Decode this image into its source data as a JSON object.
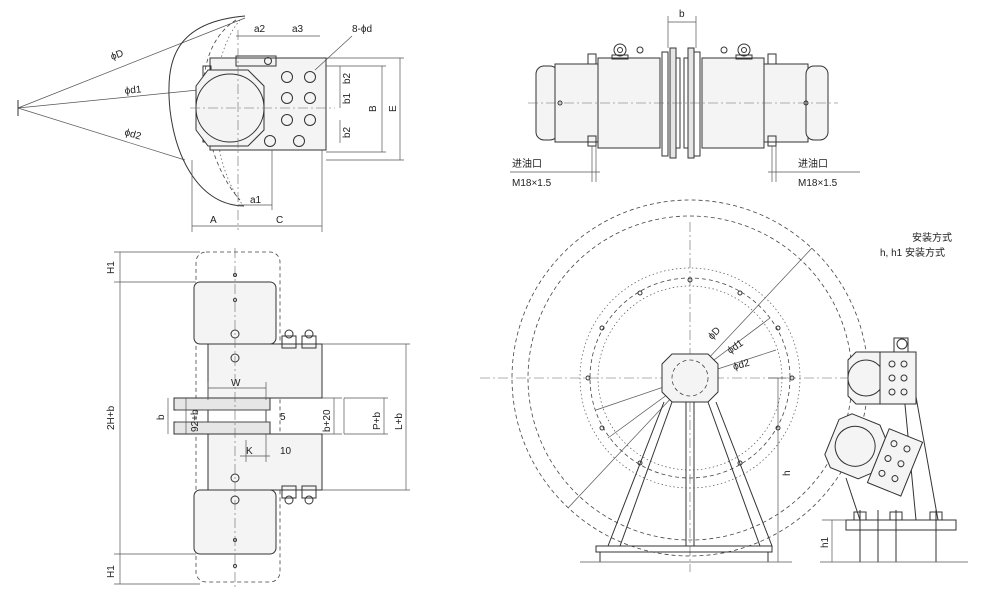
{
  "top_left_view": {
    "dia_D": "ϕD",
    "dia_d1": "ϕd1",
    "dia_d2": "ϕd2",
    "a2": "a2",
    "a3": "a3",
    "holes": "8-ϕd",
    "b2_top": "b2",
    "b1": "b1",
    "b2_bottom": "b2",
    "B": "B",
    "E": "E",
    "a1": "a1",
    "A": "A",
    "C": "C"
  },
  "top_right_view": {
    "b": "b",
    "oil_inlet_left": "进油口",
    "thread_left": "M18×1.5",
    "oil_inlet_right": "进油口",
    "thread_right": "M18×1.5"
  },
  "bottom_left_view": {
    "H1_top": "H1",
    "two_H_b": "2H+b",
    "H1_bottom": "H1",
    "W": "W",
    "b": "b",
    "ninety_two_b": "92+b",
    "five": "5",
    "b_plus_20": "b+20",
    "P_b": "P+b",
    "L_b": "L+b",
    "K": "K",
    "ten": "10"
  },
  "bottom_right_view": {
    "legend_1": "安装方式",
    "legend_2": "h, h1 安装方式",
    "dia_D": "ϕD",
    "dia_d1": "ϕd1",
    "dia_d2": "ϕd2",
    "h": "h",
    "h1": "h1"
  }
}
